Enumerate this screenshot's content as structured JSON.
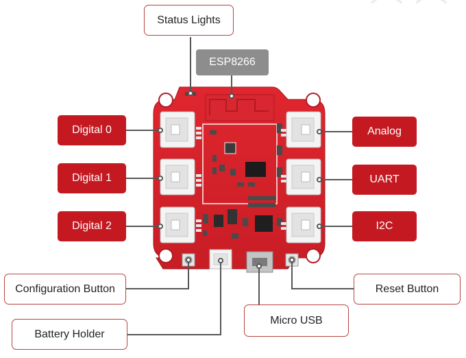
{
  "labels": {
    "status_lights": "Status Lights",
    "esp8266": "ESP8266",
    "digital_0": "Digital 0",
    "digital_1": "Digital 1",
    "digital_2": "Digital 2",
    "analog": "Analog",
    "uart": "UART",
    "i2c": "I2C",
    "configuration_button": "Configuration Button",
    "battery_holder": "Battery Holder",
    "micro_usb": "Micro USB",
    "reset_button": "Reset Button"
  },
  "colors": {
    "board_red": "#d21f28",
    "label_red": "#c41920",
    "outline_red": "#b5443f",
    "chip_gray": "#8d8d8d",
    "leader_gray": "#555555"
  }
}
